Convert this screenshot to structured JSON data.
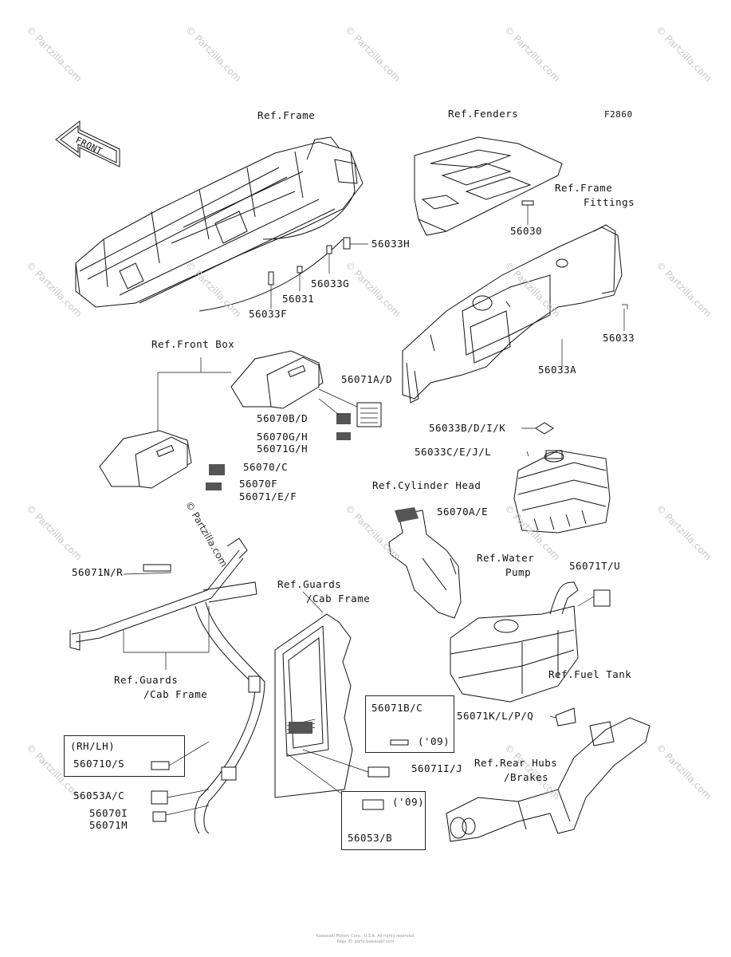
{
  "figure_id": "F2860",
  "watermark": "© Partzilla.com",
  "copyright_mark": "© Partzilla.com",
  "footer": [
    "Kawasaki Motors Corp., U.S.A. All rights reserved.",
    "Page ID: parts.kawasaki.com"
  ],
  "front_arrow": "FRONT",
  "labels": {
    "ref_frame": "Ref.Frame",
    "ref_fenders": "Ref.Fenders",
    "ref_frame_fittings_1": "Ref.Frame",
    "ref_frame_fittings_2": "Fittings",
    "ref_front_box": "Ref.Front Box",
    "ref_cylinder_head": "Ref.Cylinder Head",
    "ref_water_pump_1": "Ref.Water",
    "ref_water_pump_2": "Pump",
    "ref_fuel_tank": "Ref.Fuel Tank",
    "ref_rear_hubs_1": "Ref.Rear Hubs",
    "ref_rear_hubs_2": "/Brakes",
    "ref_guards_1_a": "Ref.Guards",
    "ref_guards_1_b": "/Cab Frame",
    "ref_guards_2_a": "Ref.Guards",
    "ref_guards_2_b": "/Cab Frame"
  },
  "parts": {
    "p56033H": "56033H",
    "p56033G": "56033G",
    "p56031": "56031",
    "p56033F": "56033F",
    "p56030": "56030",
    "p56033": "56033",
    "p56033A": "56033A",
    "p56071AD": "56071A/D",
    "p56070BD": "56070B/D",
    "p56070GH": "56070G/H",
    "p56071GH": "56071G/H",
    "p56070C": "56070/C",
    "p56070F": "56070F",
    "p56071EF": "56071/E/F",
    "p56033BDIK": "56033B/D/I/K",
    "p56033CEJL": "56033C/E/J/L",
    "p56070AE": "56070A/E",
    "p56071TU": "56071T/U",
    "p56071NR": "56071N/R",
    "p56071KLPQ": "56071K/L/P/Q",
    "p56071BC": "56071B/C",
    "p09a": "('09)",
    "p56071IJ": "56071I/J",
    "p09b": "('09)",
    "p56053B": "56053/B",
    "rhlh": "(RH/LH)",
    "p56071OS": "56071O/S",
    "p56053AC": "56053A/C",
    "p56070I": "56070I",
    "p56071M": "56071M"
  }
}
